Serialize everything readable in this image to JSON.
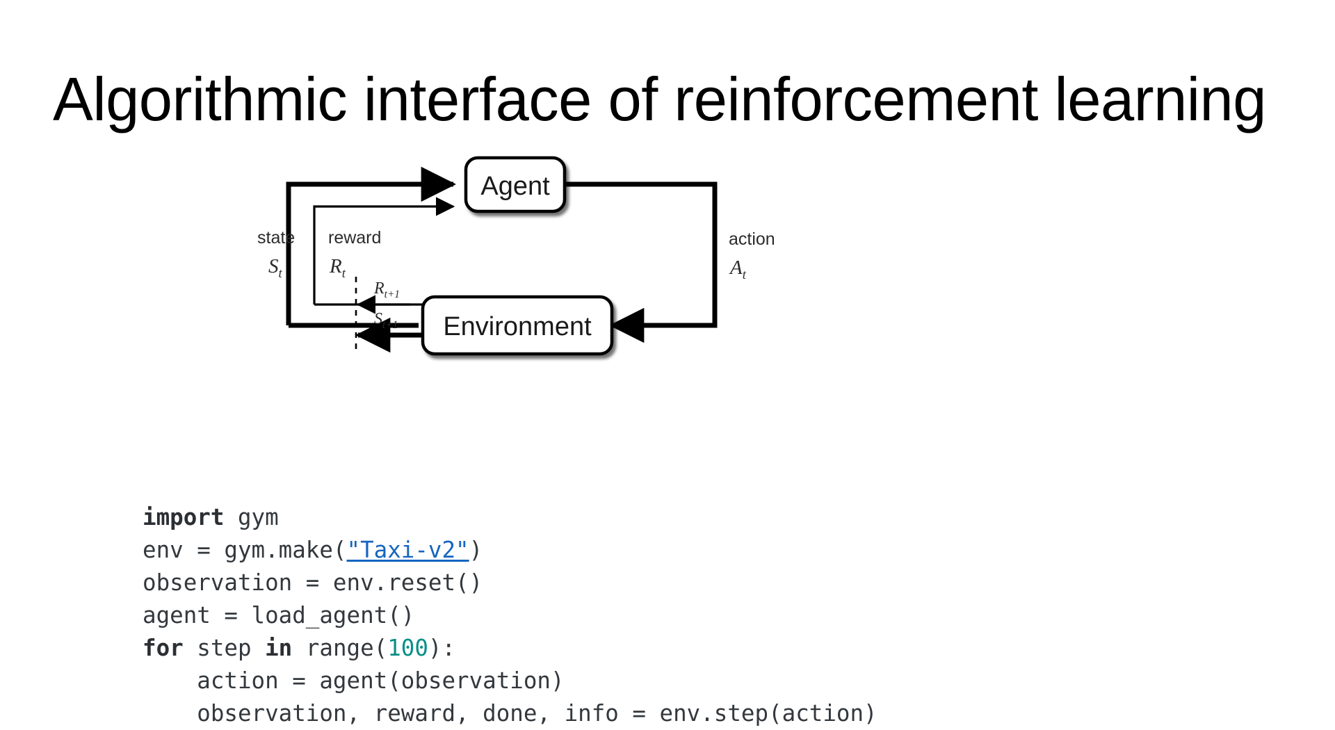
{
  "slide": {
    "title": "Algorithmic interface of reinforcement learning",
    "background_color": "#ffffff",
    "title_color": "#000000"
  },
  "diagram": {
    "name": "agent-environment-interaction-loop",
    "nodes": [
      {
        "id": "agent",
        "label": "Agent"
      },
      {
        "id": "environment",
        "label": "Environment"
      }
    ],
    "edges": [
      {
        "id": "state",
        "word": "state",
        "symbol": "S",
        "subscript": "t",
        "style": "thick"
      },
      {
        "id": "reward",
        "word": "reward",
        "symbol": "R",
        "subscript": "t",
        "style": "thin"
      },
      {
        "id": "action",
        "word": "action",
        "symbol": "A",
        "subscript": "t",
        "style": "thick"
      },
      {
        "id": "reward-next",
        "word": "",
        "symbol": "R",
        "subscript": "t+1",
        "style": "thin"
      },
      {
        "id": "state-next",
        "word": "",
        "symbol": "S",
        "subscript": "t+1",
        "style": "thick"
      }
    ],
    "stroke_color": "#000000",
    "divider": "dashed-time-boundary"
  },
  "code": {
    "language": "python",
    "link_color": "#1565c0",
    "number_color": "#0a8f86",
    "text_color": "#33383d",
    "link_text": "\"Taxi-v2\"",
    "lines": [
      {
        "tokens": [
          {
            "t": "import",
            "c": "kw"
          },
          {
            "t": " gym",
            "c": ""
          }
        ]
      },
      {
        "tokens": [
          {
            "t": "env = gym.make(",
            "c": ""
          },
          {
            "t": "\"Taxi-v2\"",
            "c": "lnk"
          },
          {
            "t": ")",
            "c": ""
          }
        ]
      },
      {
        "tokens": [
          {
            "t": "observation = env.reset()",
            "c": ""
          }
        ]
      },
      {
        "tokens": [
          {
            "t": "agent = load_agent()",
            "c": ""
          }
        ]
      },
      {
        "tokens": [
          {
            "t": "for",
            "c": "kw"
          },
          {
            "t": " step ",
            "c": ""
          },
          {
            "t": "in",
            "c": "kw"
          },
          {
            "t": " range(",
            "c": ""
          },
          {
            "t": "100",
            "c": "num"
          },
          {
            "t": "):",
            "c": ""
          }
        ]
      },
      {
        "tokens": [
          {
            "t": "    action = agent(observation)",
            "c": ""
          }
        ]
      },
      {
        "tokens": [
          {
            "t": "    observation, reward, done, info = env.step(action)",
            "c": ""
          }
        ]
      }
    ]
  }
}
